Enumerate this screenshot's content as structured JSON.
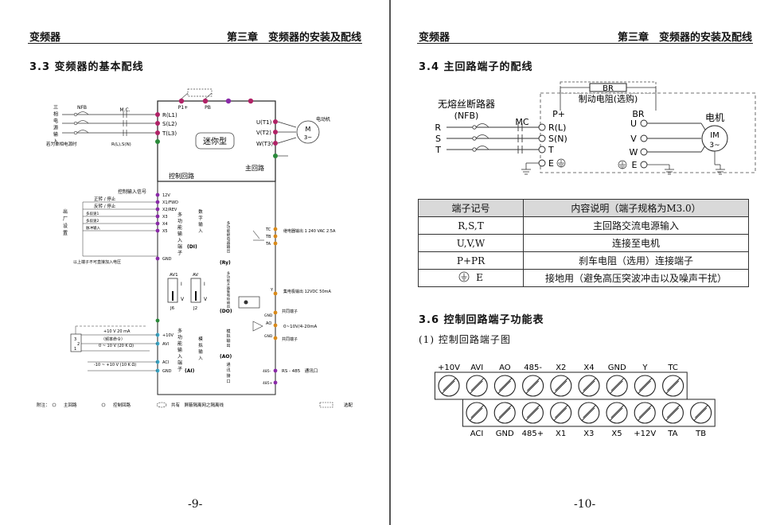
{
  "left_page": {
    "header_left": "变频器",
    "header_right": "第三章　变频器的安装及配线",
    "section_title": "3.3 变频器的基本配线",
    "page_number": "-9-",
    "diagram": {
      "power_terminals": [
        "R(L1)",
        "S(L2)",
        "T(L3)"
      ],
      "output_terminals": [
        "U(T1)",
        "V(T2)",
        "W(T3)"
      ],
      "dc_terminals": [
        "P1+",
        "PB"
      ],
      "motor_label": "电动机",
      "motor_symbol": "M",
      "motor_phase": "3~",
      "model_box": "迷你型",
      "main_circuit_label": "主回路",
      "control_circuit_label": "控制回路",
      "left_vertical_text": "三相电源输入",
      "single_phase_note": "若为单相电源时",
      "single_phase_terminals": "R(L),S(N)",
      "nfb": "NFB",
      "mc": "M.C.",
      "control_signal_label": "控制输入信号",
      "control_inputs": [
        "正转 / 停止",
        "反转 / 停止",
        "多段速1",
        "多段速2",
        "脉冲输入"
      ],
      "factory_setting": "出厂设置",
      "input_terminals": [
        "12V",
        "X1/FWD",
        "X2/REV",
        "X3",
        "X4",
        "X5",
        "GND"
      ],
      "di_vertical": "多功能输入端子",
      "di_tag": "(DI)",
      "di_side": "数字输入",
      "input_warning": "以上端子不可直接加入电压",
      "jumpers": [
        {
          "name": "AV1",
          "id": "J6"
        },
        {
          "name": "AV",
          "id": "J2"
        }
      ],
      "jumper_positions": [
        "I",
        "V"
      ],
      "ry_tag": "(Ry)",
      "ry_vertical": "多功能继电器输出",
      "relay_terminals": [
        "TC",
        "TB",
        "TA"
      ],
      "relay_spec": "继电器输出 1\n240 VAC 2.5A",
      "do_tag": "(DO)",
      "do_vertical": "多功能开路集电极输出",
      "oc_terminal": "Y",
      "oc_spec": "集电极输出\n12VDC 50mA",
      "common_terminal": "共同端子",
      "gnd": "GND",
      "ao_tag": "(AO)",
      "ao_vertical": "模拟输出",
      "ao_terminal": "AO",
      "ao_range": "0~10V/4-20mA",
      "ai_tag": "(AI)",
      "ai_vertical": "模拟输入",
      "ai_side": "多功能输入端子",
      "ai_labels": [
        "+10 V 20 mA",
        "（频率命令）",
        "0 ~ 10 V (20 K Ω)",
        "-10 ~ +10 V (10 K Ω)"
      ],
      "ai_terminals": [
        "+10V",
        "AVI",
        "ACI",
        "GND"
      ],
      "pot_pins": [
        "3",
        "2",
        "1"
      ],
      "rs485_terminals": [
        "485-",
        "485+"
      ],
      "rs485_label": "RS - 485　通讯口",
      "comm_vertical": "通讯接口",
      "legend_prefix": "附注：",
      "legend_items": [
        "主回路",
        "控制回路",
        "共有　屏蔽隔离网之隔离线",
        "选配"
      ]
    }
  },
  "right_page": {
    "header_left": "变频器",
    "header_right": "第三章　变频器的安装及配线",
    "section_title": "3.4 主回路端子的配线",
    "diagram": {
      "breaker_label": "无熔丝断路器",
      "breaker_abbr": "(NFB)",
      "br_box": "BR",
      "brake_label": "制动电阻(选购)",
      "mc": "MC",
      "p_plus": "P+",
      "br_terminal": "BR",
      "inputs": [
        "R",
        "S",
        "T"
      ],
      "input_terminals": [
        "R(L)",
        "S(N)",
        "T"
      ],
      "earth_left": "E",
      "earth_right": "E",
      "motor_label": "电机",
      "motor_symbol": "IM",
      "motor_phase": "3~",
      "output_terminals": [
        "U",
        "V",
        "W"
      ]
    },
    "table": {
      "headers": [
        "端子记号",
        "内容说明（端子规格为M3.0）"
      ],
      "rows": [
        [
          "R,S,T",
          "主回路交流电源输入"
        ],
        [
          "U,V,W",
          "连接至电机"
        ],
        [
          "P+PR",
          "刹车电阻（选用）连接端子"
        ],
        [
          "E",
          "接地用（避免高压突波冲击以及噪声干扰）"
        ]
      ]
    },
    "section2_title": "3.6 控制回路端子功能表",
    "subsection": "(1) 控制回路端子图",
    "control_terminals": {
      "top": [
        "+10V",
        "AVI",
        "AO",
        "485-",
        "X2",
        "X4",
        "GND",
        "Y",
        "TC"
      ],
      "bottom": [
        "ACI",
        "GND",
        "485+",
        "X1",
        "X3",
        "X5",
        "+12V",
        "TA",
        "TB"
      ]
    },
    "page_number": "-10-"
  }
}
